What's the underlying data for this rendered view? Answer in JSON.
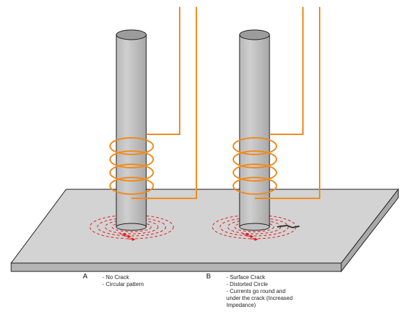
{
  "colors": {
    "plate_top": "#d3d3d3",
    "plate_front": "#b4b4b4",
    "plate_side": "#a9a9a9",
    "outline": "#1a1a1a",
    "probe_body": "#c4c4c4",
    "probe_top": "#9c9c9c",
    "coil": "#f08a1c",
    "eddy": "#e21b1b",
    "crack": "#333333"
  },
  "panels": [
    {
      "letter": "A",
      "notes": [
        "- No Crack",
        "- Circular pattern"
      ]
    },
    {
      "letter": "B",
      "notes": [
        "- Surface Crack",
        "- Distorted Circle",
        "- Currents go round and",
        "under the crack (Increased",
        "Impedance)"
      ]
    }
  ]
}
